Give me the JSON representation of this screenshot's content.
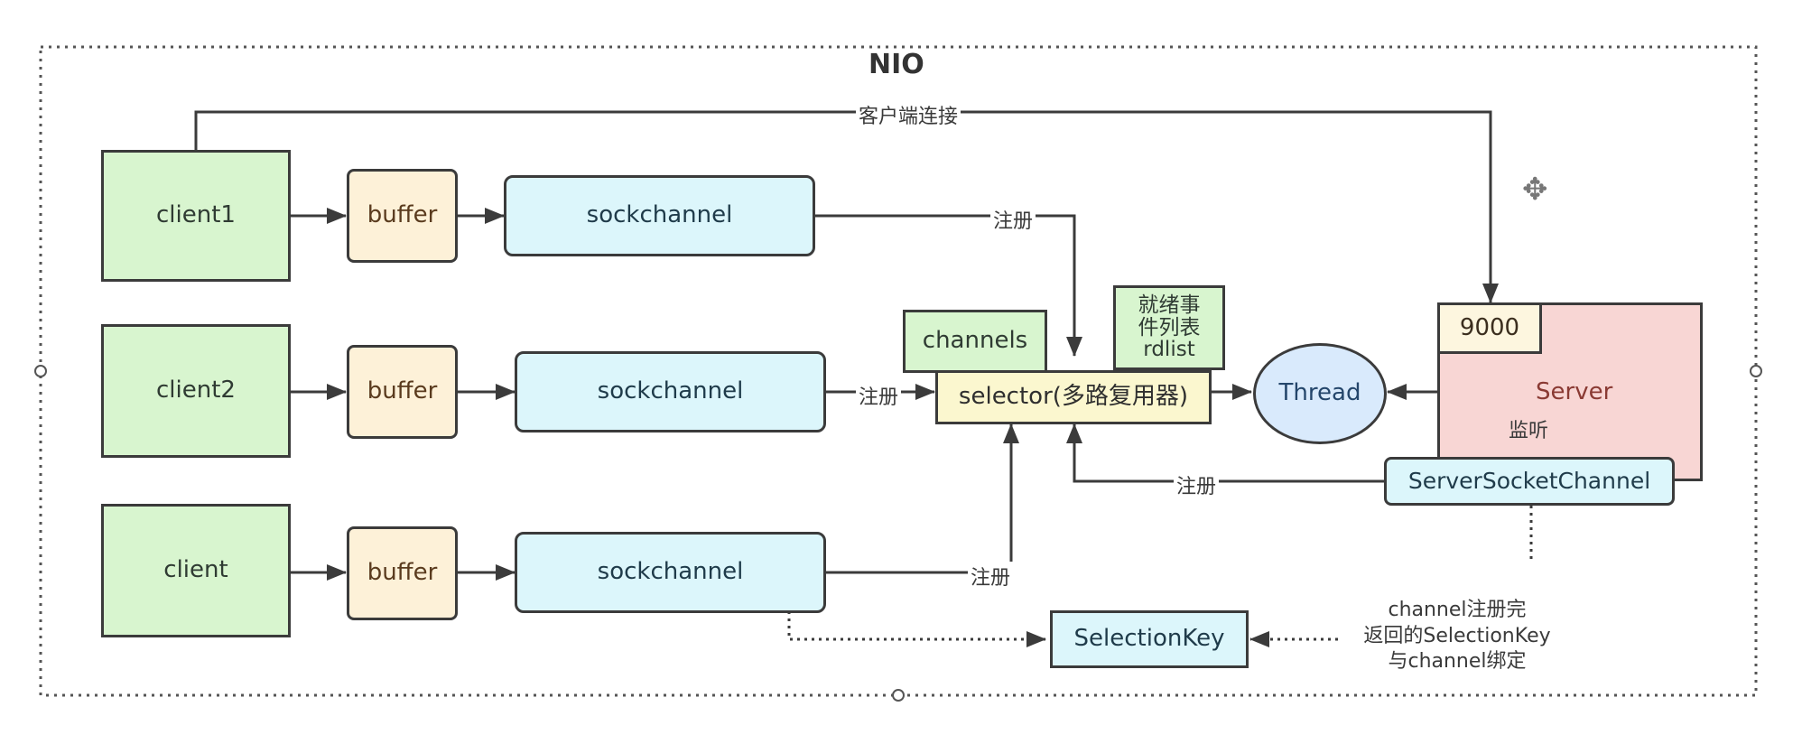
{
  "diagram": {
    "title": "NIO",
    "nodes": {
      "client1": "client1",
      "client2": "client2",
      "client3": "client",
      "buffer1": "buffer",
      "buffer2": "buffer",
      "buffer3": "buffer",
      "sock1": "sockchannel",
      "sock2": "sockchannel",
      "sock3": "sockchannel",
      "channels": "channels",
      "rdlist": "就绪事\n件列表\nrdlist",
      "selector": "selector(多路复用器)",
      "thread": "Thread",
      "port": "9000",
      "server": "Server",
      "ssc": "ServerSocketChannel",
      "selection_key": "SelectionKey"
    },
    "edge_labels": {
      "client_connect": "客户端连接",
      "register_1": "注册",
      "register_2": "注册",
      "register_3": "注册",
      "register_server": "注册",
      "listen": "监听"
    },
    "notes": {
      "selection_key_line1": "channel注册完",
      "selection_key_line2": "返回的SelectionKey",
      "selection_key_line3": "与channel绑定"
    }
  },
  "colors": {
    "client_fill": "#d8f5cf",
    "buffer_fill": "#fdf1d8",
    "channel_fill": "#dcf6fb",
    "selector_fill": "#fbf7cf",
    "thread_fill": "#d9eafc",
    "server_fill": "#f8d6d4",
    "line": "#3b3b3b"
  }
}
